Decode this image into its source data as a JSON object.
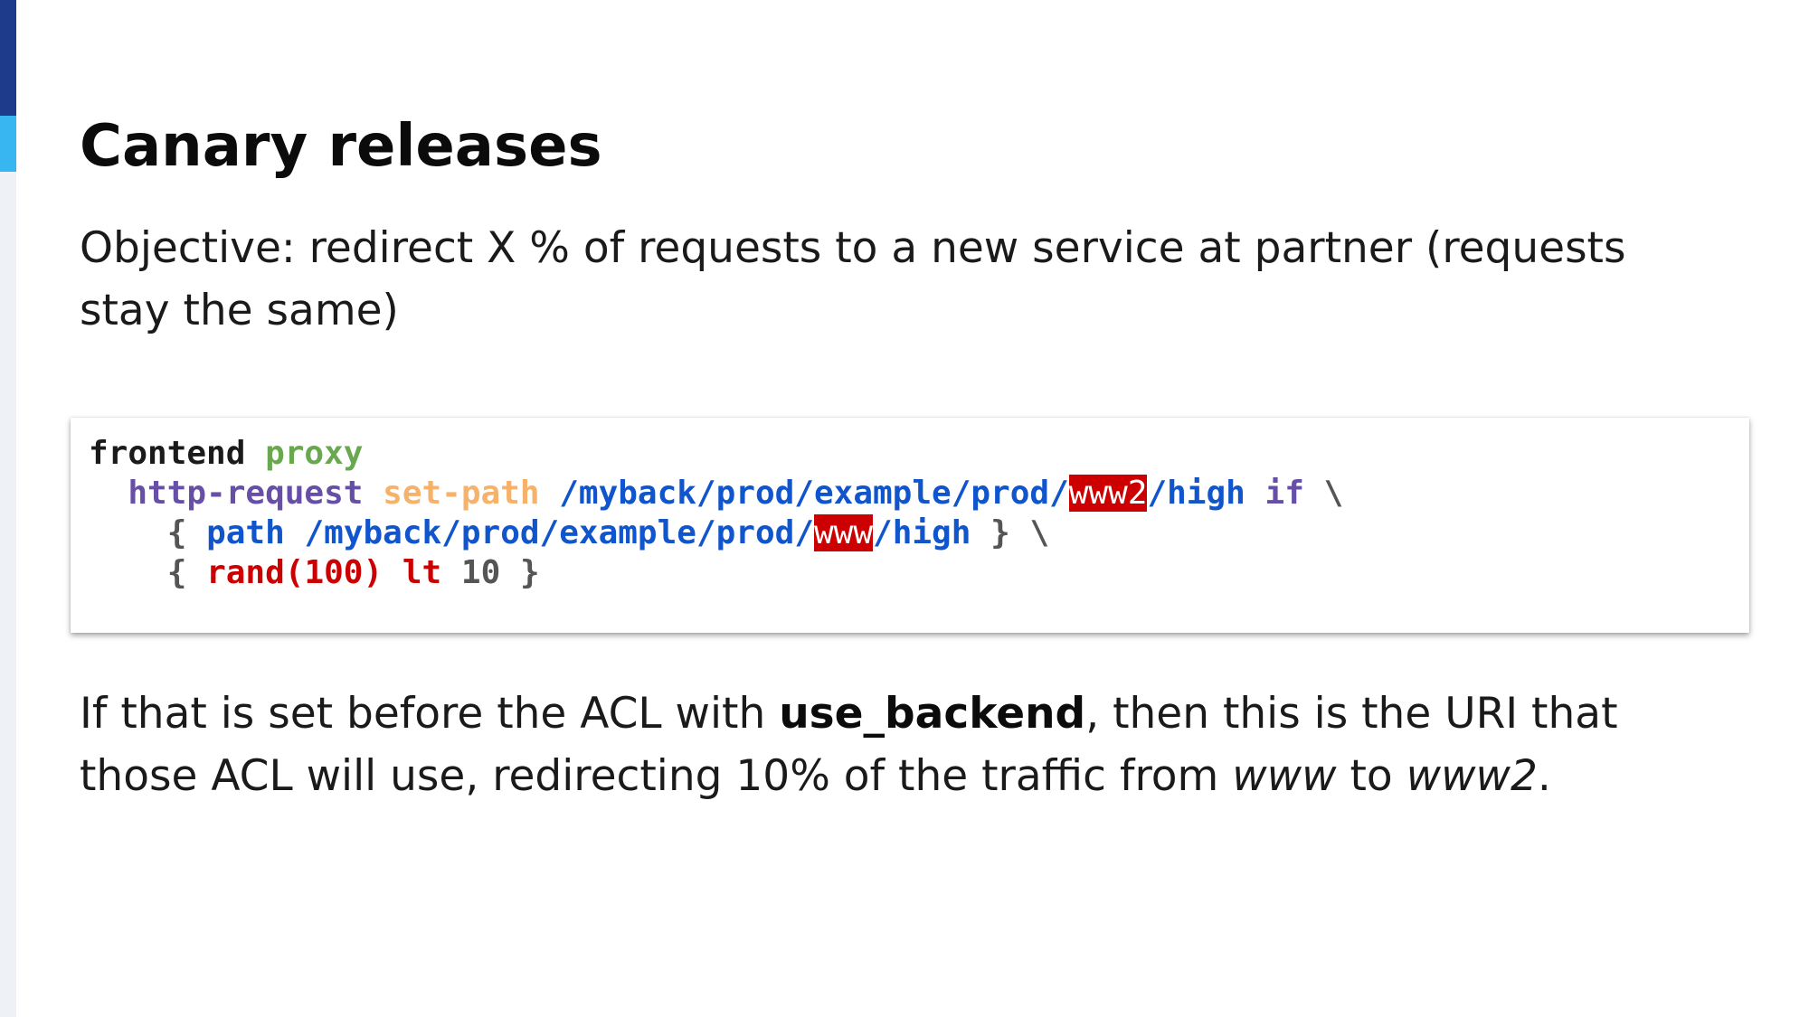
{
  "slide": {
    "title": "Canary releases",
    "objective": "Objective: redirect X % of requests to a new service at partner (requests stay the same)"
  },
  "code": {
    "line1": {
      "frontend": "frontend",
      "proxy": "proxy"
    },
    "line2": {
      "indent": "  ",
      "http_request": "http-request",
      "set_path": "set-path",
      "path_pre": "/myback/prod/example/prod/",
      "path_hl": "www2",
      "path_post": "/high",
      "if": "if",
      "cont": "\\"
    },
    "line3": {
      "indent": "    ",
      "open": "{",
      "path_kw": "path",
      "path_pre": "/myback/prod/example/prod/",
      "path_hl": "www",
      "path_post": "/high",
      "close": "}",
      "cont": "\\"
    },
    "line4": {
      "indent": "    ",
      "open": "{",
      "rand": "rand(100)",
      "lt": "lt",
      "num": "10",
      "close": "}"
    }
  },
  "note": {
    "part1": "If that is set before the ACL with ",
    "bold": "use_backend",
    "part2": ", then this is the URI that those ACL will use, redirecting 10% of the traffic from ",
    "italic1": "www",
    "part3": " to ",
    "italic2": "www2",
    "part4": "."
  },
  "colors": {
    "accent_dark": "#1e3a8a",
    "accent_light": "#38b6f2",
    "highlight": "#cc0000"
  }
}
